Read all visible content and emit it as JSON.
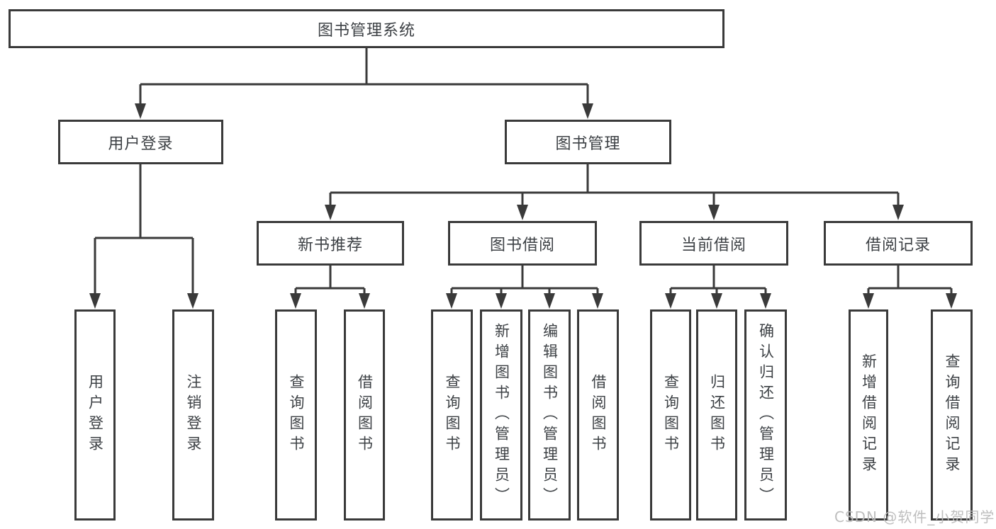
{
  "colors": {
    "background": "#ffffff",
    "line": "#3a3a3a",
    "box_border": "#3a3a3a",
    "text": "#3d4145",
    "watermark": "#bababa"
  },
  "watermark": "CSDN @软件_小贺同学",
  "tree": {
    "root": "图书管理系统",
    "branches": [
      {
        "label": "用户登录",
        "children": [
          "用户登录",
          "注销登录"
        ]
      },
      {
        "label": "图书管理",
        "groups": [
          {
            "label": "新书推荐",
            "children": [
              "查询图书",
              "借阅图书"
            ]
          },
          {
            "label": "图书借阅",
            "children": [
              "查询图书",
              "新增图书（管理员）",
              "编辑图书（管理员）",
              "借阅图书"
            ]
          },
          {
            "label": "当前借阅",
            "children": [
              "查询图书",
              "归还图书",
              "确认归还（管理员）"
            ]
          },
          {
            "label": "借阅记录",
            "children": [
              "新增借阅记录",
              "查询借阅记录"
            ]
          }
        ]
      }
    ]
  }
}
